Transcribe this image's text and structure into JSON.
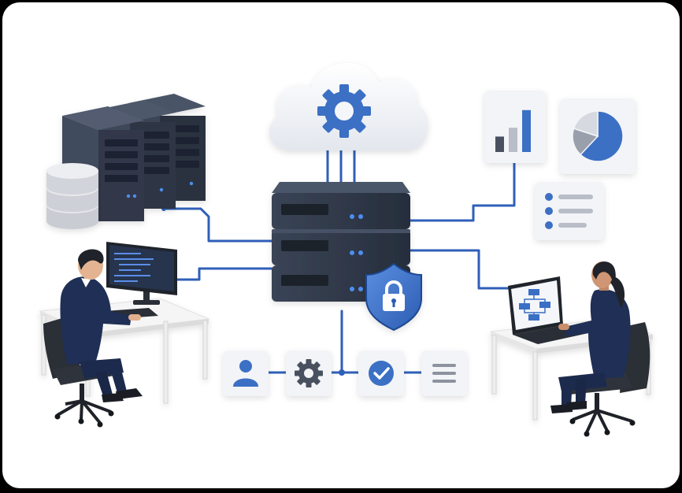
{
  "colors": {
    "accent": "#3a6fc4",
    "connector": "#2f5fb8",
    "server_body": "#2b3444",
    "server_face": "#343e50",
    "cloud": "#eef1f5",
    "card": "#f1f3f6",
    "suit": "#1f2f55",
    "desk": "#f4f4f4",
    "chair": "#2b2f36"
  },
  "icons": {
    "cloud": "gear-icon",
    "shield": "lock-icon",
    "charts": [
      "bar-chart-icon",
      "pie-chart-icon",
      "list-icon"
    ],
    "bottom_row": [
      "user-icon",
      "gear-icon",
      "check-icon",
      "menu-lines-icon"
    ]
  },
  "chart_bars": [
    0.35,
    0.55,
    0.95
  ],
  "pie_slices": [
    0.62,
    0.18,
    0.2
  ]
}
